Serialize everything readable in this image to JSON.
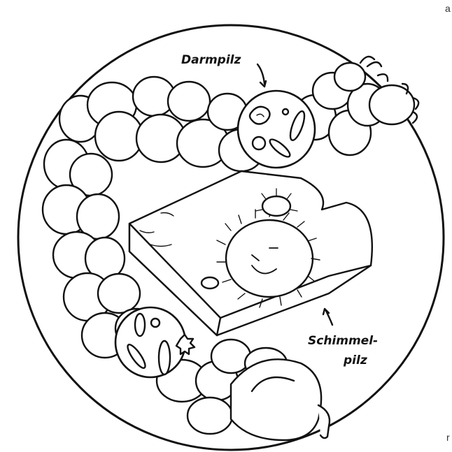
{
  "labels": {
    "gut_fungus": "Darmpilz",
    "mold_line1": "Schimmel-",
    "mold_line2": "pilz"
  },
  "corner_marks": {
    "top_right": "a",
    "bottom_right": "r"
  },
  "colors": {
    "ink": "#111111",
    "paper": "#ffffff",
    "shade": "#d9d9d9"
  }
}
